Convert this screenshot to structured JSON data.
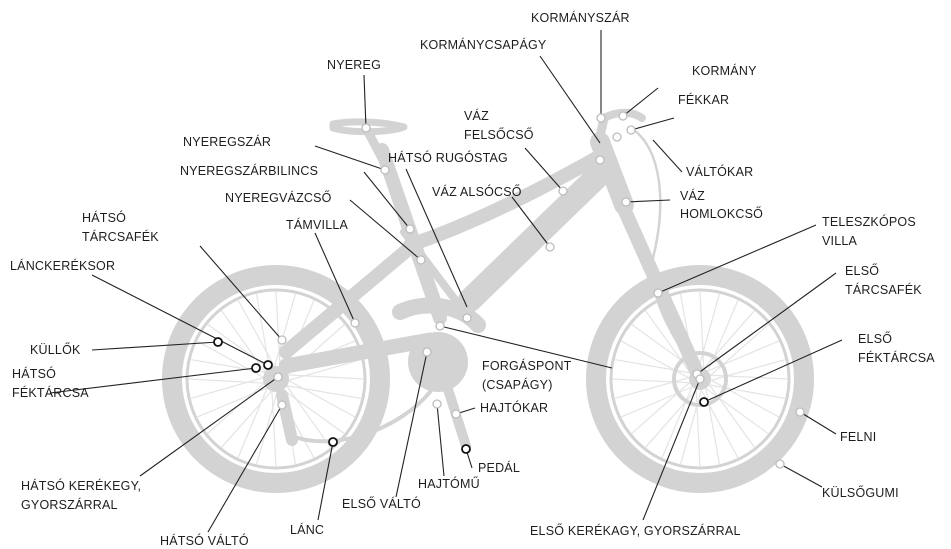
{
  "labels": {
    "kormanyszar": "KORMÁNYSZÁR",
    "kormanycsapagy": "KORMÁNYCSAPÁGY",
    "nyereg": "NYEREG",
    "kormany": "KORMÁNY",
    "fekkar": "FÉKKAR",
    "vaz_felsocso_1": "VÁZ",
    "vaz_felsocso_2": "FELSŐCSŐ",
    "nyeregszar": "NYEREGSZÁR",
    "hatso_rugostag": "HÁTSÓ RUGÓSTAG",
    "valtokar": "VÁLTÓKAR",
    "nyeregszarbilincs": "NYEREGSZÁRBILINCS",
    "vaz_alsocso": "VÁZ ALSÓCSŐ",
    "vaz_homlokcso_1": "VÁZ",
    "vaz_homlokcso_2": "HOMLOKCSŐ",
    "nyeregvazcso": "NYEREGVÁZCSŐ",
    "hatso_tarcsafek_1": "HÁTSÓ",
    "hatso_tarcsafek_2": "TÁRCSAFÉK",
    "tamvilla": "TÁMVILLA",
    "teleszkopos_villa_1": "TELESZKÓPOS",
    "teleszkopos_villa_2": "VILLA",
    "lanckereksor": "LÁNCKERÉKSOR",
    "elso_tarcsafek_1": "ELSŐ",
    "elso_tarcsafek_2": "TÁRCSAFÉK",
    "kullok": "KÜLLŐK",
    "elso_fektarcsa_1": "ELSŐ",
    "elso_fektarcsa_2": "FÉKTÁRCSA",
    "forgaspont_1": "FORGÁSPONT",
    "forgaspont_2": "(CSAPÁGY)",
    "hatso_fektarcsa_1": "HÁTSÓ",
    "hatso_fektarcsa_2": "FÉKTÁRCSA",
    "hajtokar": "HAJTÓKAR",
    "felni": "FELNI",
    "pedal": "PEDÁL",
    "hajtomu": "HAJTÓMŰ",
    "hatso_kerekagy_1": "HÁTSÓ KERÉKEGY,",
    "hatso_kerekagy_2": "GYORSZÁRRAL",
    "kulsogumi": "KÜLSŐGUMI",
    "lanc": "LÁNC",
    "elso_valto": "ELSŐ VÁLTÓ",
    "elso_kerekagy": "ELSŐ KERÉKAGY, GYORSZÁRRAL",
    "hatso_valto": "HÁTSÓ VÁLTÓ"
  },
  "colors": {
    "bike": "#d3d3d3",
    "text": "#1e1e1e",
    "leader": "#222222"
  }
}
